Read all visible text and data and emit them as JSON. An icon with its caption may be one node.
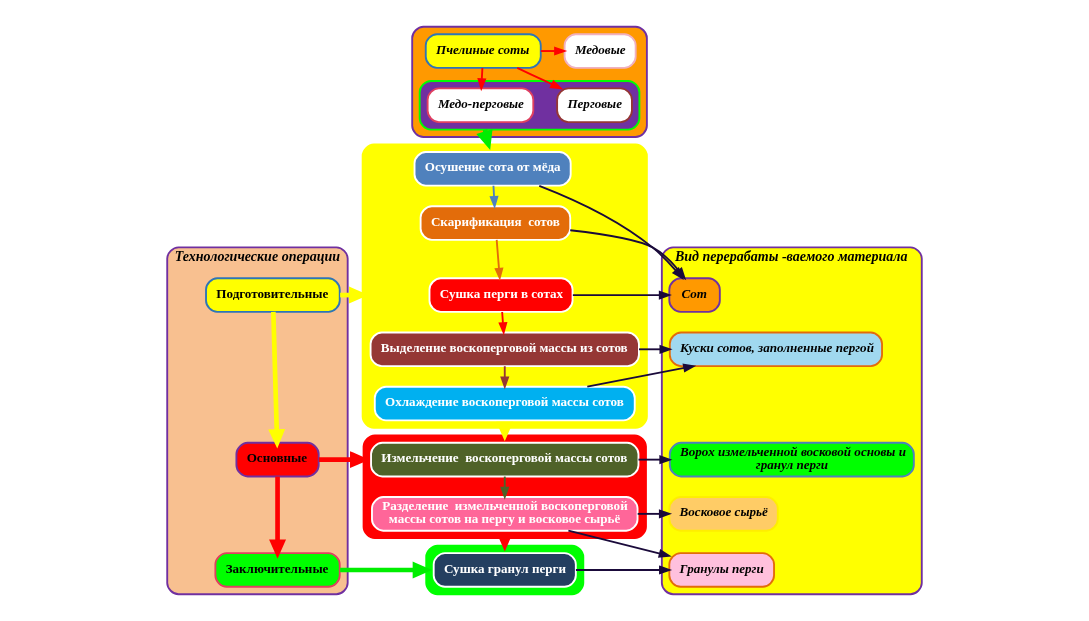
{
  "diagram": {
    "nodes": [
      {
        "text": [
          "Технологические операции"
        ]
      },
      {
        "text": [
          "Подготовительные"
        ],
        "in": 0
      },
      {
        "text": [
          "Основные"
        ],
        "in": 0
      },
      {
        "text": [
          "Заключительные"
        ],
        "in": 0
      },
      {
        "text": [],
        "shape": "box"
      },
      {
        "text": [
          "Пчелиные соты"
        ],
        "in": 4
      },
      {
        "text": [
          "Медовые"
        ],
        "in": 4
      },
      {
        "text": [],
        "shape": "box",
        "in": 4
      },
      {
        "text": [
          "Перговые"
        ],
        "in": 7
      },
      {
        "text": [
          "Медо-перговые"
        ],
        "in": 7
      },
      {
        "text": [],
        "shape": "box"
      },
      {
        "text": [
          "Осушение сота от мёда"
        ],
        "in": 10
      },
      {
        "text": [
          "Скарификация  сотов"
        ],
        "in": 10
      },
      {
        "text": [
          "Сушка перги в сотах"
        ],
        "in": 10
      },
      {
        "text": [
          "Выделение воскоперговой массы из сотов"
        ],
        "in": 10
      },
      {
        "text": [
          "Охлаждение воскоперговой массы сотов"
        ],
        "in": 10
      },
      {
        "text": [],
        "shape": "box"
      },
      {
        "text": [
          "Измельчение  воскоперговой массы сотов"
        ],
        "in": 16
      },
      {
        "text": [
          "Разделение  измельченной воскоперговой массы сотов на пергу и восковое сырьё"
        ],
        "in": 16
      },
      {
        "text": [],
        "shape": "box"
      },
      {
        "text": [
          "Сушка гранул перги"
        ],
        "in": 19
      },
      {
        "text": [
          "Вид перерабаты -ваемого материала"
        ]
      },
      {
        "text": [
          "Сот"
        ],
        "in": 21
      },
      {
        "text": [
          "Куски сотов, заполненные пергой"
        ],
        "in": 21
      },
      {
        "text": [
          "Ворох измельченной восковой основы и гранул перги"
        ],
        "in": 21
      },
      {
        "text": [
          "Восковое сырьё"
        ],
        "in": 21
      },
      {
        "text": [
          "Гранулы перги"
        ],
        "in": 21
      }
    ],
    "edges": [
      {
        "from": 5,
        "to": 6,
        "arrow": "to",
        "color": "#ff0000"
      },
      {
        "from": 5,
        "to": 8,
        "arrow": "to",
        "color": "#ff0000"
      },
      {
        "from": 5,
        "to": 9,
        "arrow": "to",
        "color": "#ff0000"
      },
      {
        "from": 7,
        "to": 10,
        "arrow": "to",
        "style": "thick",
        "color": "#00ee00"
      },
      {
        "from": 11,
        "to": 12,
        "arrow": "to",
        "color": "#4f81bd"
      },
      {
        "from": 12,
        "to": 13,
        "arrow": "to",
        "color": "#e36c0a"
      },
      {
        "from": 13,
        "to": 14,
        "arrow": "to",
        "color": "#ff0000"
      },
      {
        "from": 14,
        "to": 15,
        "arrow": "to",
        "color": "#953735"
      },
      {
        "from": 10,
        "to": 16,
        "arrow": "to",
        "style": "thick",
        "color": "#ffff00"
      },
      {
        "from": 17,
        "to": 18,
        "arrow": "to",
        "color": "#4f6228"
      },
      {
        "from": 16,
        "to": 19,
        "arrow": "to",
        "style": "thick",
        "color": "#ff0000"
      },
      {
        "from": 1,
        "to": 2,
        "arrow": "to",
        "style": "thick",
        "color": "#ffff00"
      },
      {
        "from": 2,
        "to": 3,
        "arrow": "to",
        "style": "thick",
        "color": "#ff0000"
      },
      {
        "from": 1,
        "to": 10,
        "arrow": "to",
        "style": "thick",
        "color": "#ffff00"
      },
      {
        "from": 2,
        "to": 16,
        "arrow": "to",
        "style": "thick",
        "color": "#ff0000"
      },
      {
        "from": 3,
        "to": 19,
        "arrow": "to",
        "style": "thick",
        "color": "#00ee00"
      },
      {
        "from": 11,
        "to": 22,
        "arrow": "to"
      },
      {
        "from": 12,
        "to": 22,
        "arrow": "to"
      },
      {
        "from": 13,
        "to": 22,
        "arrow": "to"
      },
      {
        "from": 14,
        "to": 23,
        "arrow": "to"
      },
      {
        "from": 15,
        "to": 23,
        "arrow": "to"
      },
      {
        "from": 17,
        "to": 24,
        "arrow": "to"
      },
      {
        "from": 18,
        "to": 25,
        "arrow": "to"
      },
      {
        "from": 18,
        "to": 26,
        "arrow": "to"
      },
      {
        "from": 20,
        "to": 26,
        "arrow": "to"
      }
    ]
  }
}
